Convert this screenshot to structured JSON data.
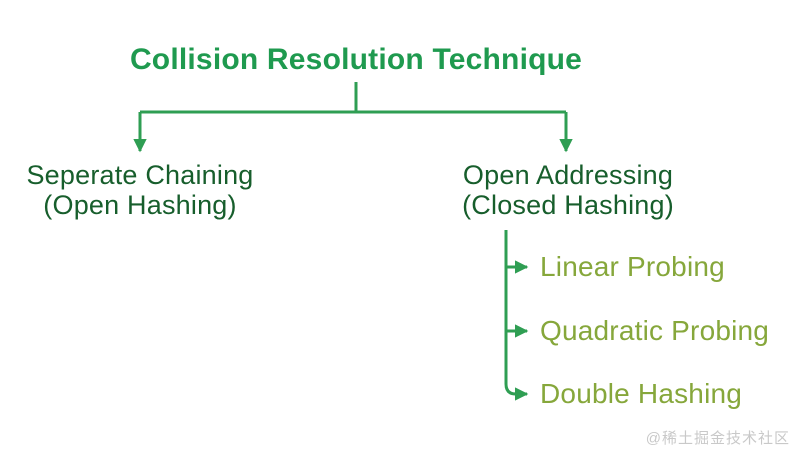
{
  "diagram": {
    "title": "Collision Resolution Technique",
    "branches": {
      "left": {
        "label": "Seperate Chaining",
        "sublabel": "(Open Hashing)"
      },
      "right": {
        "label": "Open Addressing",
        "sublabel": "(Closed Hashing)",
        "children": [
          {
            "label": "Linear Probing"
          },
          {
            "label": "Quadratic Probing"
          },
          {
            "label": "Double Hashing"
          }
        ]
      }
    }
  },
  "watermark": "@稀土掘金技术社区",
  "colors": {
    "line_green": "#2f9e53",
    "title_green": "#1f9a4f",
    "node_green": "#175e2c",
    "leaf_green": "#86a73b",
    "watermark_gray": "#c9c9c9",
    "bg": "#ffffff"
  }
}
